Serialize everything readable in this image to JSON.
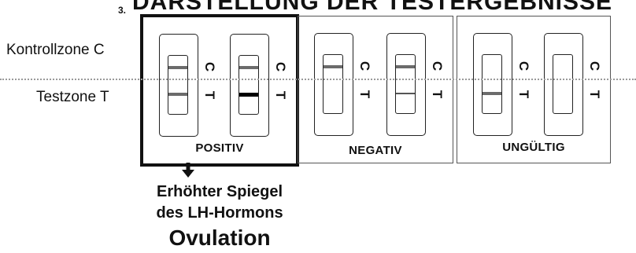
{
  "header": {
    "number": "3.",
    "title": "DARSTELLUNG DER TESTERGEBNISSE"
  },
  "zones": {
    "control": "Kontrollzone C",
    "test": "Testzone T"
  },
  "strip_letters": {
    "c": "C",
    "t": "T"
  },
  "groups": [
    {
      "label": "POSITIV",
      "strips": [
        {
          "c_band": "visible",
          "t_band": "visible"
        },
        {
          "c_band": "visible",
          "t_band": "strong"
        }
      ]
    },
    {
      "label": "NEGATIV",
      "strips": [
        {
          "c_band": "visible",
          "t_band": "none"
        },
        {
          "c_band": "visible",
          "t_band": "faint"
        }
      ]
    },
    {
      "label": "UNGÜLTIG",
      "strips": [
        {
          "c_band": "none",
          "t_band": "visible"
        },
        {
          "c_band": "none",
          "t_band": "none"
        }
      ]
    }
  ],
  "result": {
    "icon": "arrow-down-icon",
    "line1": "Erhöhter Spiegel",
    "line2": "des LH-Hormons",
    "line3": "Ovulation"
  }
}
